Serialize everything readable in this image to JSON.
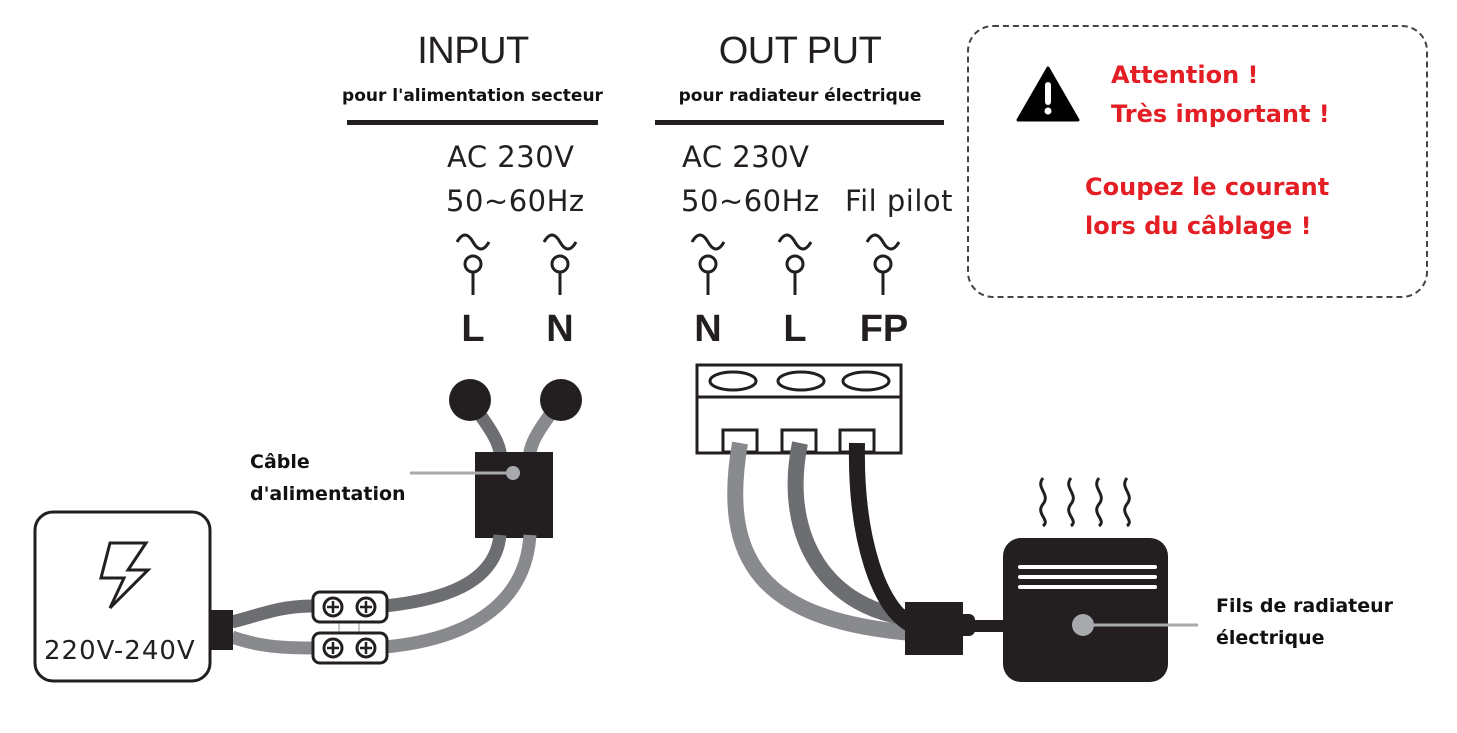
{
  "input": {
    "title": "INPUT",
    "subtitle": "pour l'alimentation secteur",
    "spec_voltage": "AC 230V",
    "spec_frequency": "50~60Hz",
    "terminals": [
      "L",
      "N"
    ]
  },
  "output": {
    "title": "OUT PUT",
    "subtitle": "pour radiateur électrique",
    "spec_voltage": "AC 230V",
    "spec_frequency": "50~60Hz",
    "spec_pilot": "Fil pilot",
    "terminals": [
      "N",
      "L",
      "FP"
    ]
  },
  "warning": {
    "icon": "warning-triangle-icon",
    "line1": "Attention !",
    "line2": "Très important !",
    "line3": "Coupez le courant",
    "line4": "lors du câblage !",
    "color": "#e31e24"
  },
  "labels": {
    "power_cable_line1": "Câble",
    "power_cable_line2": "d'alimentation",
    "radiator_wires_line1": "Fils de radiateur",
    "radiator_wires_line2": "électrique"
  },
  "power_source": {
    "icon": "lightning-bolt-icon",
    "voltage": "220V-240V"
  },
  "colors": {
    "ink": "#231f20",
    "wire_dark_gray": "#6d6e71",
    "wire_light_gray": "#898a8d",
    "pointer_gray": "#a7a9ac"
  }
}
